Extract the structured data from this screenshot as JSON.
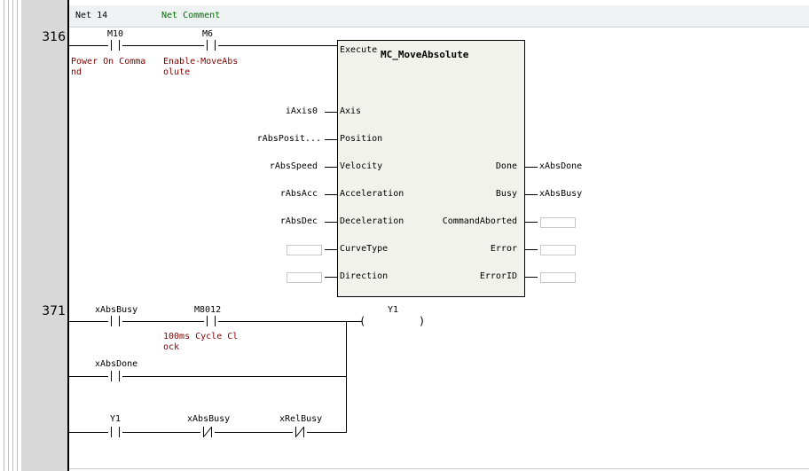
{
  "header": {
    "net_label": "Net 14",
    "comment_label": "Net Comment"
  },
  "rungs": [
    {
      "number": "316"
    },
    {
      "number": "371"
    }
  ],
  "rung316": {
    "c1": {
      "address": "M10",
      "comment": "Power On Comma\nnd"
    },
    "c2": {
      "address": "M6",
      "comment": "Enable-MoveAbs\nolute"
    },
    "fb": {
      "execute": "Execute",
      "name": "MC_MoveAbsolute",
      "inputs": [
        {
          "pin": "Axis",
          "var": "iAxis0"
        },
        {
          "pin": "Position",
          "var": "rAbsPosit..."
        },
        {
          "pin": "Velocity",
          "var": "rAbsSpeed"
        },
        {
          "pin": "Acceleration",
          "var": "rAbsAcc"
        },
        {
          "pin": "Deceleration",
          "var": "rAbsDec"
        },
        {
          "pin": "CurveType",
          "var": ""
        },
        {
          "pin": "Direction",
          "var": ""
        }
      ],
      "outputs": [
        {
          "pin": "Done",
          "var": "xAbsDone"
        },
        {
          "pin": "Busy",
          "var": "xAbsBusy"
        },
        {
          "pin": "CommandAborted",
          "var": ""
        },
        {
          "pin": "Error",
          "var": ""
        },
        {
          "pin": "ErrorID",
          "var": ""
        }
      ]
    }
  },
  "rung371": {
    "c1": {
      "address": "xAbsBusy"
    },
    "c2": {
      "address": "M8012",
      "comment": "100ms Cycle Cl\nock"
    },
    "coil": {
      "address": "Y1",
      "left": "(",
      "right": ")"
    },
    "branch1": {
      "address": "xAbsDone"
    },
    "branch2": {
      "c1": "Y1",
      "c2": "xAbsBusy",
      "c3": "xRelBusy"
    }
  }
}
